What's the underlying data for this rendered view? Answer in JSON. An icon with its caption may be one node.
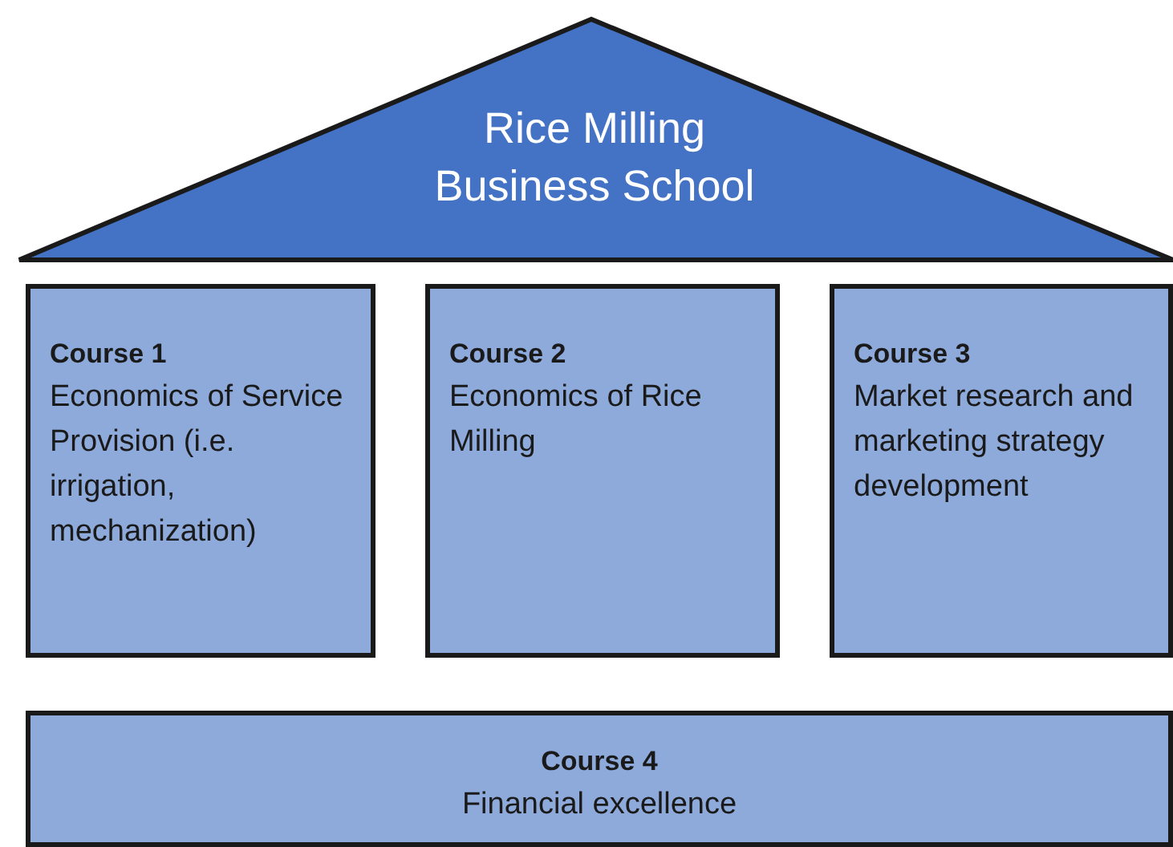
{
  "diagram": {
    "nodes": [
      {
        "text": [
          "Rice Milling Business School"
        ]
      },
      {
        "text": [
          "Course 1",
          "Economics of Service Provision (i.e. irrigation, mechanization)"
        ]
      },
      {
        "text": [
          "Course 2",
          "Economics of Rice Milling"
        ]
      },
      {
        "text": [
          "Course 3",
          "Market research and marketing strategy development"
        ]
      },
      {
        "text": [
          "Course 4",
          "Financial excellence"
        ]
      }
    ]
  }
}
